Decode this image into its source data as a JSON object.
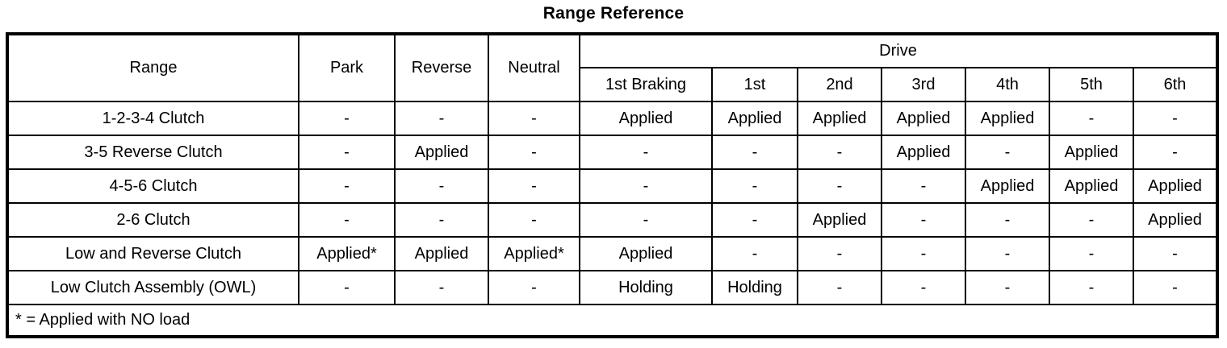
{
  "title": "Range Reference",
  "table": {
    "group_header": {
      "range_label": "Range",
      "park_label": "Park",
      "reverse_label": "Reverse",
      "neutral_label": "Neutral",
      "drive_label": "Drive"
    },
    "drive_subheaders": [
      "1st Braking",
      "1st",
      "2nd",
      "3rd",
      "4th",
      "5th",
      "6th"
    ],
    "rows": [
      {
        "label": "1-2-3-4 Clutch",
        "park": "-",
        "reverse": "-",
        "neutral": "-",
        "drive": [
          "Applied",
          "Applied",
          "Applied",
          "Applied",
          "Applied",
          "-",
          "-"
        ]
      },
      {
        "label": "3-5 Reverse Clutch",
        "park": "-",
        "reverse": "Applied",
        "neutral": "-",
        "drive": [
          "-",
          "-",
          "-",
          "Applied",
          "-",
          "Applied",
          "-"
        ]
      },
      {
        "label": "4-5-6 Clutch",
        "park": "-",
        "reverse": "-",
        "neutral": "-",
        "drive": [
          "-",
          "-",
          "-",
          "-",
          "Applied",
          "Applied",
          "Applied"
        ]
      },
      {
        "label": "2-6 Clutch",
        "park": "-",
        "reverse": "-",
        "neutral": "-",
        "drive": [
          "-",
          "-",
          "Applied",
          "-",
          "-",
          "-",
          "Applied"
        ]
      },
      {
        "label": "Low and Reverse Clutch",
        "park": "Applied*",
        "reverse": "Applied",
        "neutral": "Applied*",
        "drive": [
          "Applied",
          "-",
          "-",
          "-",
          "-",
          "-",
          "-"
        ]
      },
      {
        "label": "Low Clutch Assembly (OWL)",
        "park": "-",
        "reverse": "-",
        "neutral": "-",
        "drive": [
          "Holding",
          "Holding",
          "-",
          "-",
          "-",
          "-",
          "-"
        ]
      }
    ],
    "footnote": "* = Applied with NO load"
  }
}
